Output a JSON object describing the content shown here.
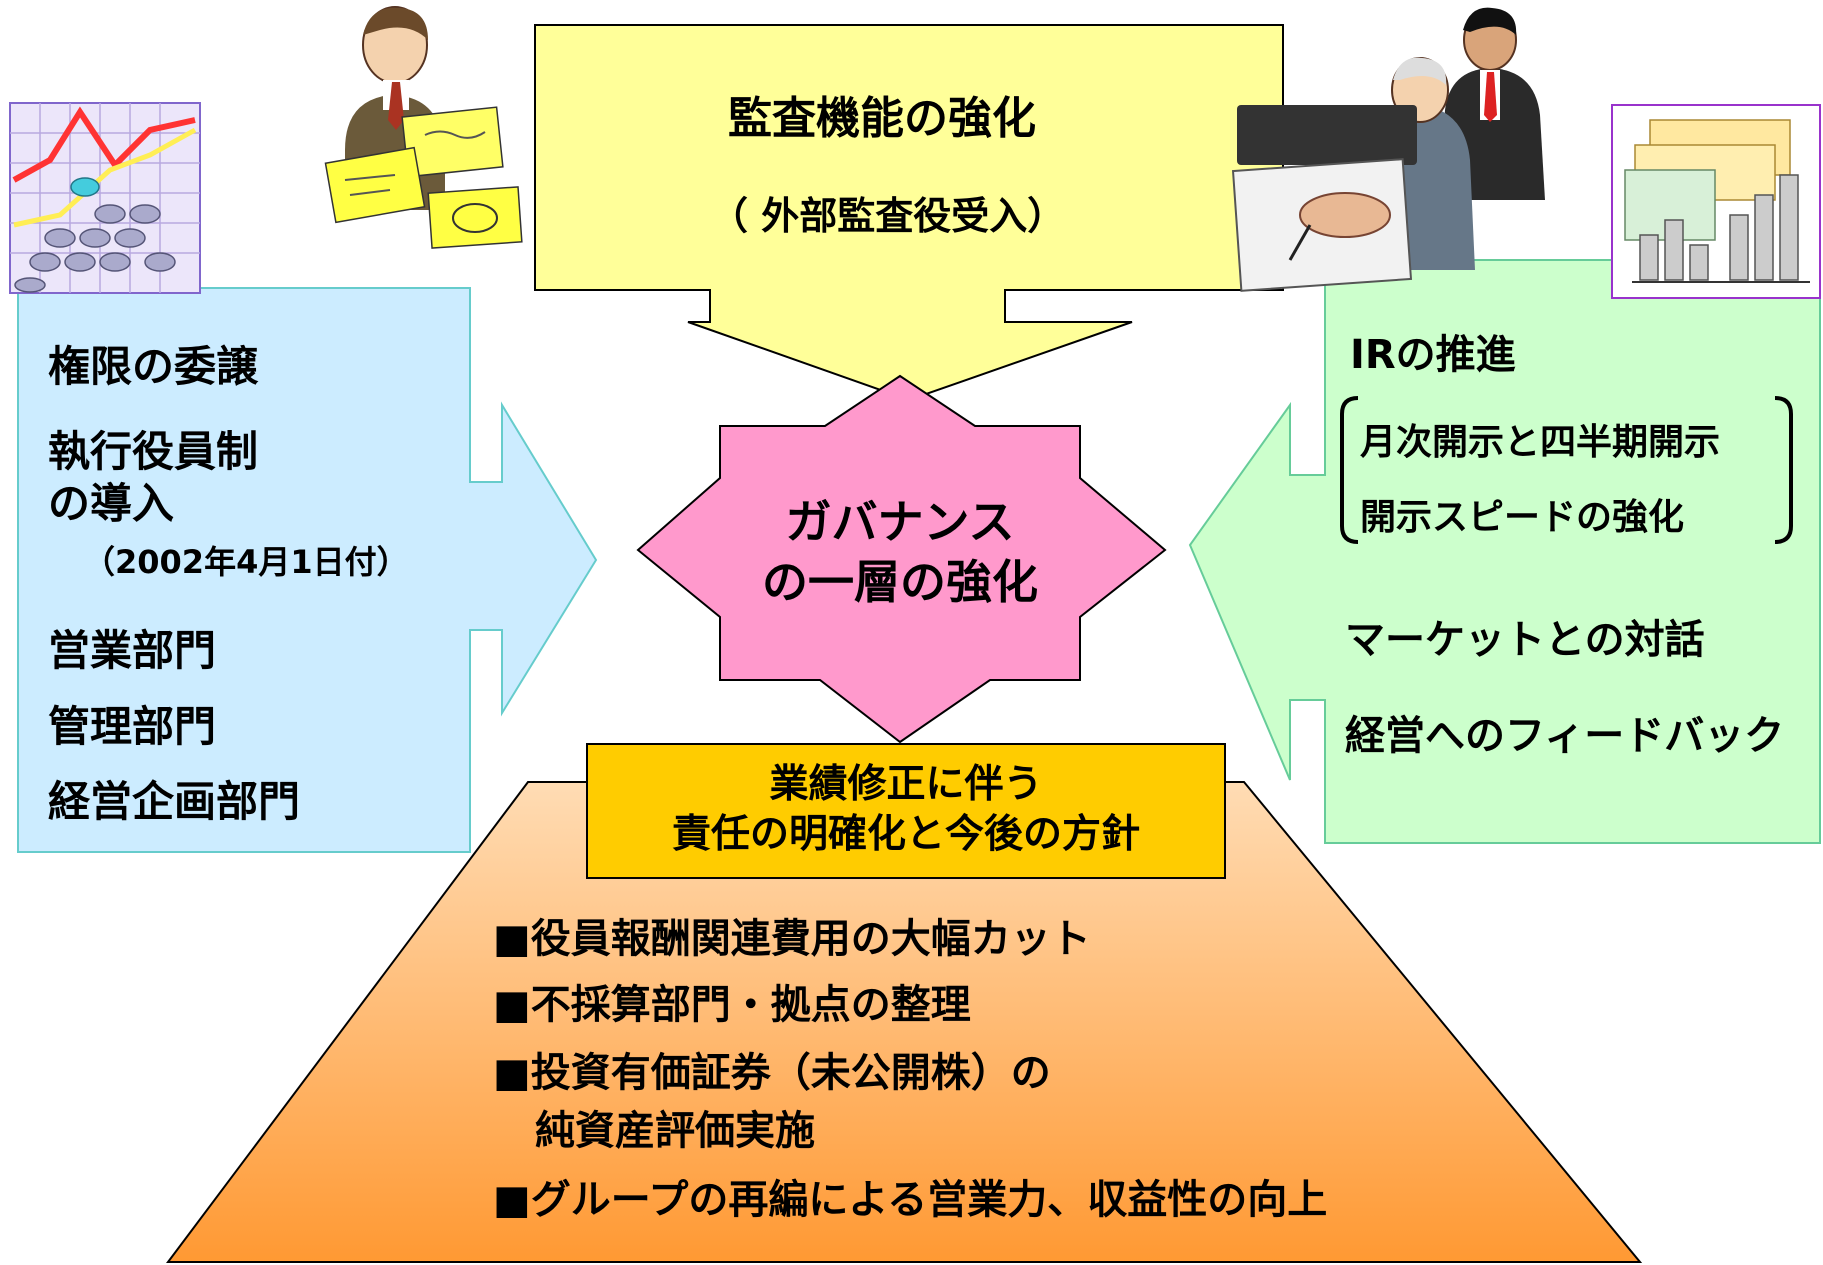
{
  "top": {
    "title": "監査機能の強化",
    "subtitle": "（ 外部監査役受入）"
  },
  "center": {
    "line1": "ガバナンス",
    "line2": "の一層の強化"
  },
  "left": {
    "item1": "権限の委譲",
    "item2_line1": "執行役員制",
    "item2_line2": "の導入",
    "item2_note": "（2002年4月1日付）",
    "item3": "営業部門",
    "item4": "管理部門",
    "item5": "経営企画部門"
  },
  "right": {
    "title": "IRの推進",
    "sub1": "月次開示と四半期開示",
    "sub2": "開示スピードの強化",
    "item2": "マーケットとの対話",
    "item3": "経営へのフィードバック"
  },
  "banner": {
    "line1": "業績修正に伴う",
    "line2": "責任の明確化と今後の方針"
  },
  "bottom": {
    "item1": "■役員報酬関連費用の大幅カット",
    "item2": "■不採算部門・拠点の整理",
    "item3_line1": "■投資有価証券（未公開株）の",
    "item3_line2": "純資産評価実施",
    "item4": "■グループの再編による営業力、収益性の向上"
  },
  "colors": {
    "top_arrow": "#ffff99",
    "center_star": "#ff99cc",
    "left_arrow": "#ccecff",
    "right_arrow": "#ccffcc",
    "banner": "#ffcc00",
    "trapezoid_top": "#ffcc99",
    "trapezoid_bottom": "#ff9933"
  },
  "clipart": {
    "top_left": "businessman-with-sticky-notes-clipart",
    "top_right": "business-meeting-clipart",
    "left": "chart-and-calculator-clipart",
    "right": "charts-and-folders-clipart"
  }
}
